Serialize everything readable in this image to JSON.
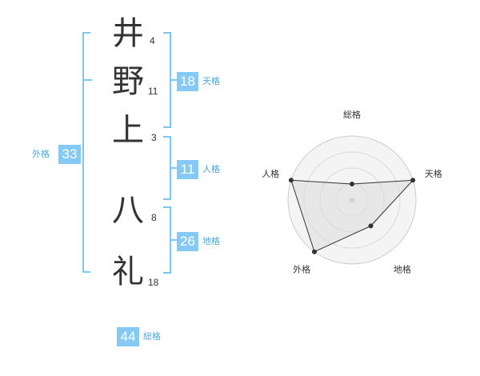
{
  "name_chars": [
    {
      "char": "井",
      "strokes": "4"
    },
    {
      "char": "野",
      "strokes": "11"
    },
    {
      "char": "上",
      "strokes": "3"
    },
    {
      "char": "八",
      "strokes": "8"
    },
    {
      "char": "礼",
      "strokes": "18"
    }
  ],
  "fortune": {
    "tenkaku": {
      "label": "天格",
      "value": "18"
    },
    "jinkaku": {
      "label": "人格",
      "value": "11"
    },
    "chikaku": {
      "label": "地格",
      "value": "26"
    },
    "gaikaku": {
      "label": "外格",
      "value": "33"
    },
    "soukaku": {
      "label": "総格",
      "value": "44"
    }
  },
  "colors": {
    "accent": "#85c9f5",
    "bracket": "#7fc6ee",
    "label": "#4aa8e0"
  },
  "chart_data": {
    "type": "radar",
    "axes": [
      "総格",
      "天格",
      "地格",
      "外格",
      "人格"
    ],
    "values": [
      1,
      4,
      2,
      4,
      4
    ],
    "range": [
      0,
      4
    ],
    "grid_rings": 4
  }
}
